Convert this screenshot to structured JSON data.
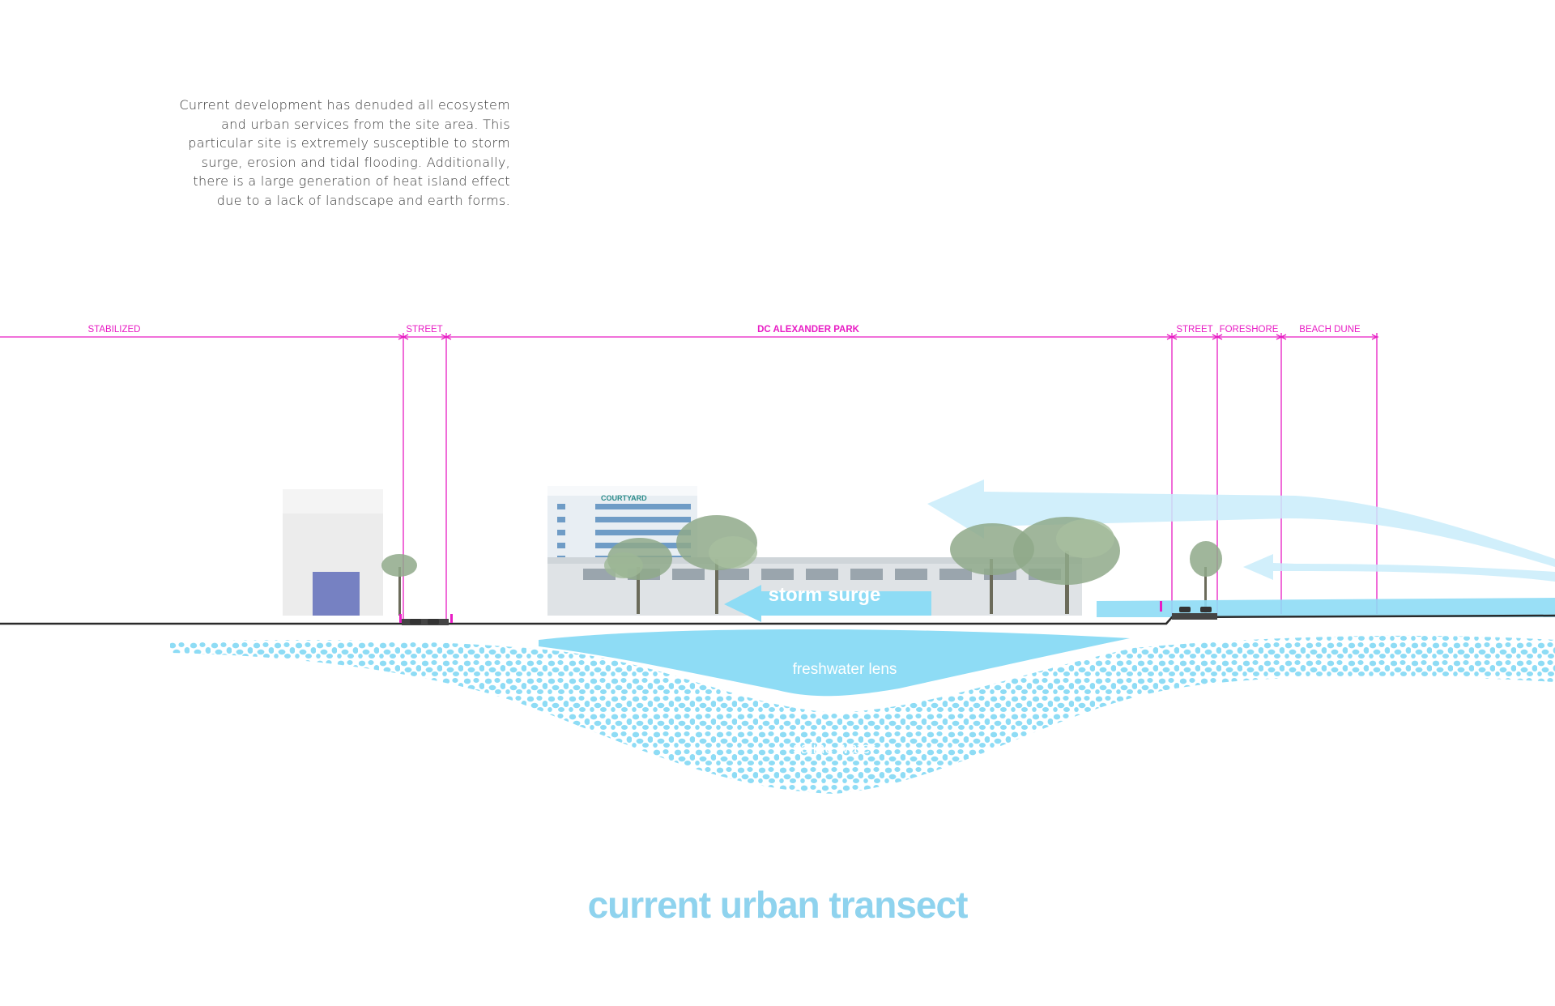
{
  "description_lines": [
    "Current development has denuded all ecosystem",
    "and urban services from the site area. This",
    "particular site is extremely susceptible to storm",
    "surge, erosion and tidal flooding. Additionally,",
    "there is a large generation of heat island effect",
    "due to a lack of landscape and earth forms."
  ],
  "zones": {
    "stabilized": "STABILIZED",
    "street_left": "STREET",
    "park": "DC ALEXANDER PARK",
    "street_right": "STREET",
    "foreshore": "FORESHORE",
    "beach_dune": "BEACH DUNE"
  },
  "labels": {
    "storm_surge": "storm surge",
    "freshwater_lens": "freshwater lens",
    "saline_water": "saline water",
    "hotel_sign": "COURTYARD"
  },
  "title": "current urban transect",
  "colors": {
    "magenta": "#e81cc4",
    "water": "#8edcf5",
    "water_light": "#c9ecfa",
    "title": "#8fd3ee",
    "ground": "#2a2a2a"
  }
}
